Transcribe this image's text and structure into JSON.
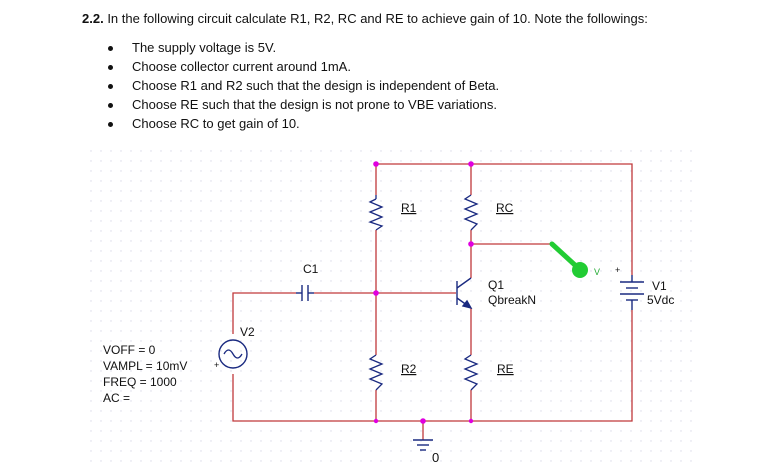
{
  "question": {
    "number": "2.2.",
    "text": "In the following circuit calculate R1, R2, RC and RE to achieve gain of 10. Note the followings:"
  },
  "notes": [
    "The supply voltage is 5V.",
    "Choose collector current around 1mA.",
    "Choose R1 and R2 such that the design is independent of Beta.",
    "Choose RE such that the design is not prone to VBE variations.",
    "Choose RC to get gain of 10."
  ],
  "schematic": {
    "r1_label": "R1",
    "r2_label": "R2",
    "rc_label": "RC",
    "re_label": "RE",
    "c1_label": "C1",
    "q1_label": "Q1",
    "q1_model": "QbreakN",
    "v1_label": "V1",
    "v1_value": "5Vdc",
    "v2_label": "V2",
    "v2_params": [
      "VOFF = 0",
      "VAMPL = 10mV",
      "FREQ = 1000",
      "AC ="
    ],
    "ground_label": "0",
    "probe_label": "V",
    "wire_color": "#c0393b",
    "junction_color": "#e000e0",
    "probe_color": "#22cc33"
  }
}
